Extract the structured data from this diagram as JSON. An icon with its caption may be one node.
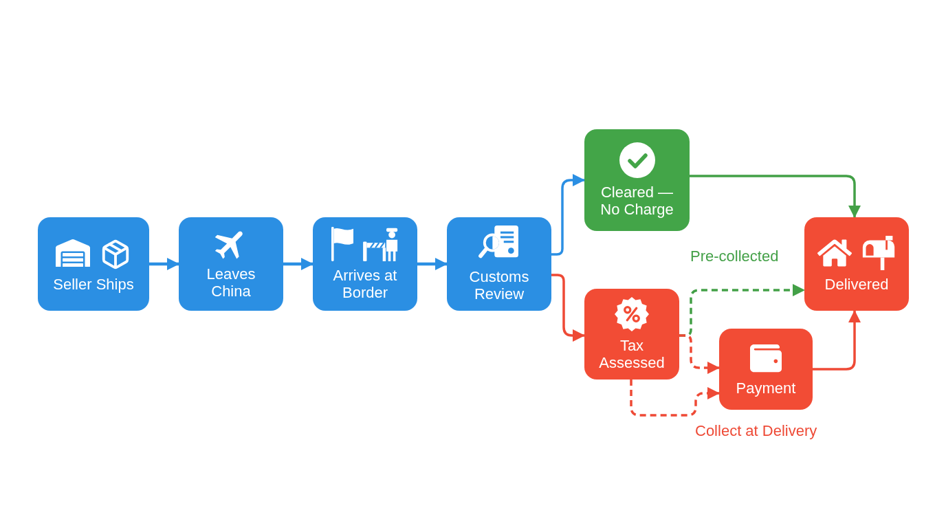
{
  "diagram": {
    "nodes": [
      {
        "text": [
          "Seller Ships"
        ]
      },
      {
        "text": [
          "Leaves China"
        ]
      },
      {
        "text": [
          "Arrives at Border"
        ]
      },
      {
        "text": [
          "Customs Review"
        ]
      },
      {
        "text": [
          "Cleared — No Charge"
        ]
      },
      {
        "text": [
          "Delivered"
        ]
      },
      {
        "text": [
          "Tax Assessed"
        ]
      },
      {
        "text": [
          "Payment"
        ]
      }
    ],
    "edges": [
      {
        "from": 0,
        "to": 1,
        "arrow": "to"
      },
      {
        "from": 1,
        "to": 2,
        "arrow": "to"
      },
      {
        "from": 2,
        "to": 3,
        "arrow": "to"
      },
      {
        "from": 3,
        "to": 4,
        "arrow": "to"
      },
      {
        "from": 3,
        "to": 6,
        "arrow": "to",
        "color": "#ee4a36"
      },
      {
        "from": 4,
        "to": 5,
        "arrow": "to",
        "color": "#43a047"
      },
      {
        "from": 6,
        "to": 5,
        "arrow": "to",
        "label": "Pre-collected",
        "style": "dashed",
        "color": "#43a047"
      },
      {
        "from": 6,
        "to": 7,
        "arrow": "to",
        "style": "dashed",
        "color": "#ee4a36"
      },
      {
        "from": 6,
        "to": 7,
        "arrow": "to",
        "label": "Collect at Delivery",
        "style": "dashed",
        "color": "#ee4a36"
      },
      {
        "from": 7,
        "to": 5,
        "arrow": "to",
        "color": "#ee4a36"
      }
    ]
  }
}
